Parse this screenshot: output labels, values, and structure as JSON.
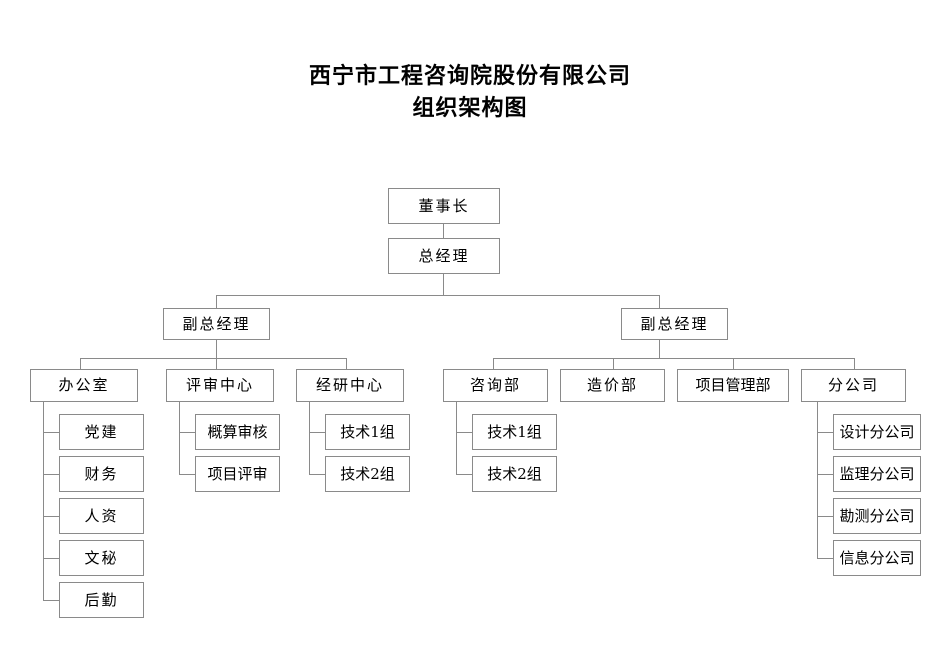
{
  "document": {
    "title_line_1": "西宁市工程咨询院股份有限公司",
    "title_line_2": "组织架构图"
  },
  "colors": {
    "border": "#8a8a8a",
    "text": "#000000",
    "background": "#ffffff"
  },
  "chart_data": {
    "type": "diagram",
    "subtype": "organization-chart",
    "title": "西宁市工程咨询院股份有限公司 组织架构图",
    "orientation": "top-down",
    "nodes": {
      "chairman": "董事长",
      "general_manager": "总经理",
      "deputy_gm_left": "副总经理",
      "deputy_gm_right": "副总经理",
      "office": "办公室",
      "review_center": "评审中心",
      "research_center": "经研中心",
      "consulting_dept": "咨询部",
      "cost_dept": "造价部",
      "project_mgmt_dept": "项目管理部",
      "branch_company": "分公司",
      "office_child_1": "党建",
      "office_child_2": "财务",
      "office_child_3": "人资",
      "office_child_4": "文秘",
      "office_child_5": "后勤",
      "review_child_1": "概算审核",
      "review_child_2": "项目评审",
      "research_child_1": "技术1组",
      "research_child_2": "技术2组",
      "consulting_child_1": "技术1组",
      "consulting_child_2": "技术2组",
      "branch_child_1": "设计分公司",
      "branch_child_2": "监理分公司",
      "branch_child_3": "勘测分公司",
      "branch_child_4": "信息分公司"
    },
    "hierarchy": [
      {
        "label": "董事长",
        "children": [
          {
            "label": "总经理",
            "children": [
              {
                "label": "副总经理",
                "children": [
                  {
                    "label": "办公室",
                    "children": [
                      {
                        "label": "党建"
                      },
                      {
                        "label": "财务"
                      },
                      {
                        "label": "人资"
                      },
                      {
                        "label": "文秘"
                      },
                      {
                        "label": "后勤"
                      }
                    ]
                  },
                  {
                    "label": "评审中心",
                    "children": [
                      {
                        "label": "概算审核"
                      },
                      {
                        "label": "项目评审"
                      }
                    ]
                  },
                  {
                    "label": "经研中心",
                    "children": [
                      {
                        "label": "技术1组"
                      },
                      {
                        "label": "技术2组"
                      }
                    ]
                  }
                ]
              },
              {
                "label": "副总经理",
                "children": [
                  {
                    "label": "咨询部",
                    "children": [
                      {
                        "label": "技术1组"
                      },
                      {
                        "label": "技术2组"
                      }
                    ]
                  },
                  {
                    "label": "造价部",
                    "children": []
                  },
                  {
                    "label": "项目管理部",
                    "children": []
                  },
                  {
                    "label": "分公司",
                    "children": [
                      {
                        "label": "设计分公司"
                      },
                      {
                        "label": "监理分公司"
                      },
                      {
                        "label": "勘测分公司"
                      },
                      {
                        "label": "信息分公司"
                      }
                    ]
                  }
                ]
              }
            ]
          }
        ]
      }
    ],
    "level_count": 5,
    "total_nodes": 26
  }
}
